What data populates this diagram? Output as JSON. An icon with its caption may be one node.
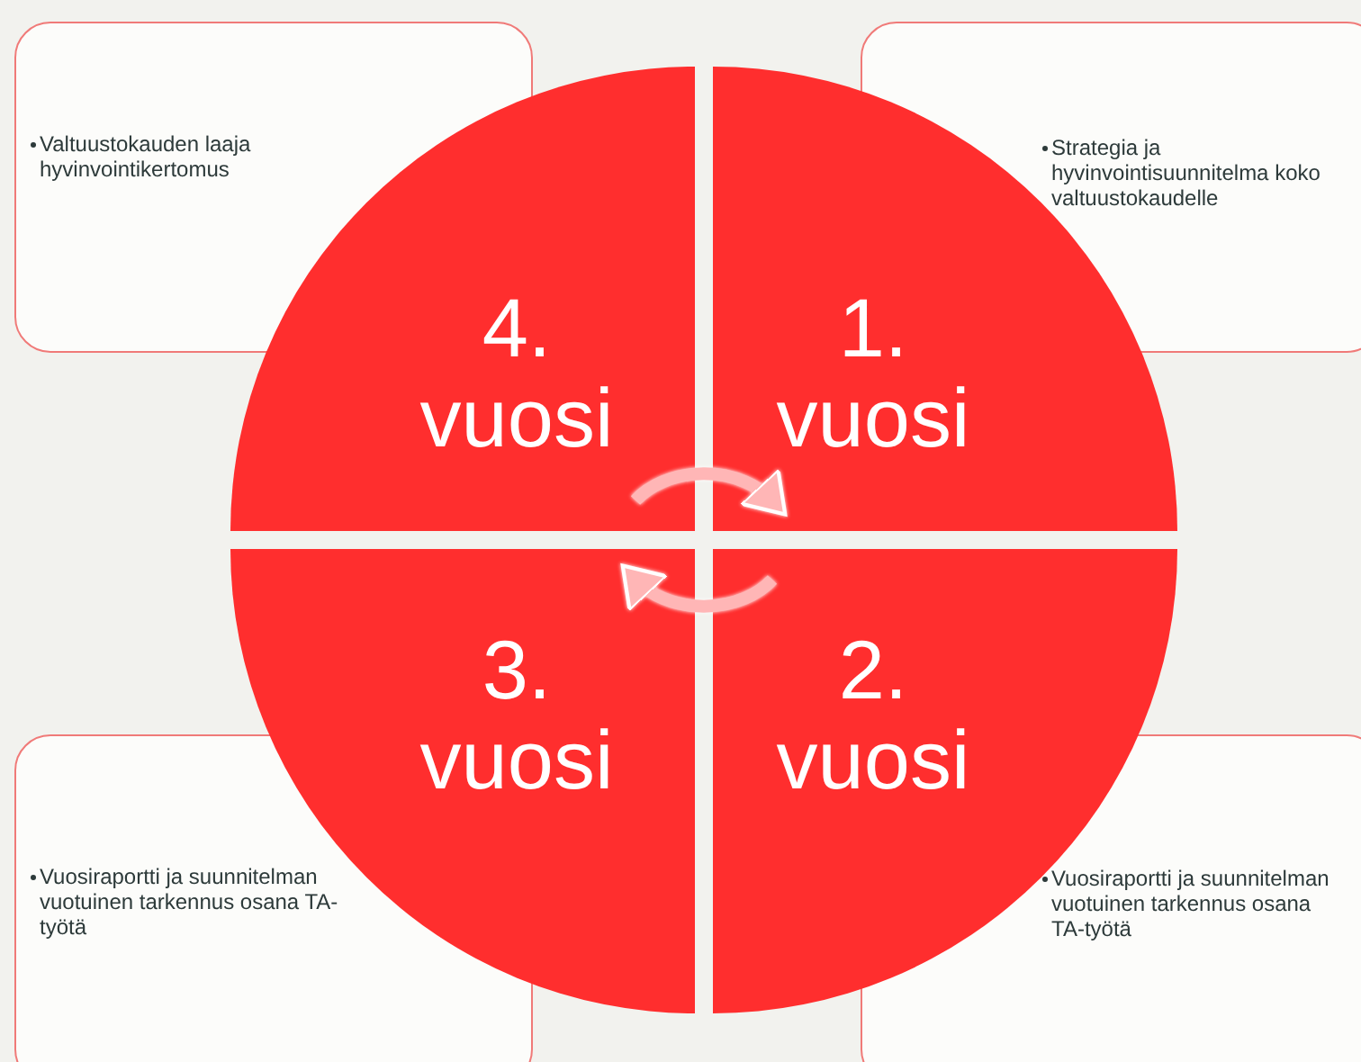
{
  "diagram": {
    "nodes": [
      {
        "text": [
          "Valtuustokauden laaja hyvinvointikertomus"
        ]
      },
      {
        "text": [
          "Strategia ja hyvinvointisuunnitelma koko valtuustokaudelle"
        ]
      },
      {
        "text": [
          "4. vuosi"
        ]
      },
      {
        "text": [
          "1. vuosi"
        ]
      },
      {
        "text": [
          "3. vuosi"
        ]
      },
      {
        "text": [
          "2. vuosi"
        ]
      },
      {
        "text": [
          "Vuosiraportti ja suunnitelman vuotuinen tarkennus osana TA-työtä"
        ]
      },
      {
        "text": [
          "Vuosiraportti ja suunnitelman vuotuinen tarkennus osana TA-työtä"
        ]
      }
    ],
    "edges": [
      {
        "from": 2,
        "to": 3,
        "arrow": "to"
      },
      {
        "from": 5,
        "to": 4,
        "arrow": "to"
      }
    ]
  }
}
